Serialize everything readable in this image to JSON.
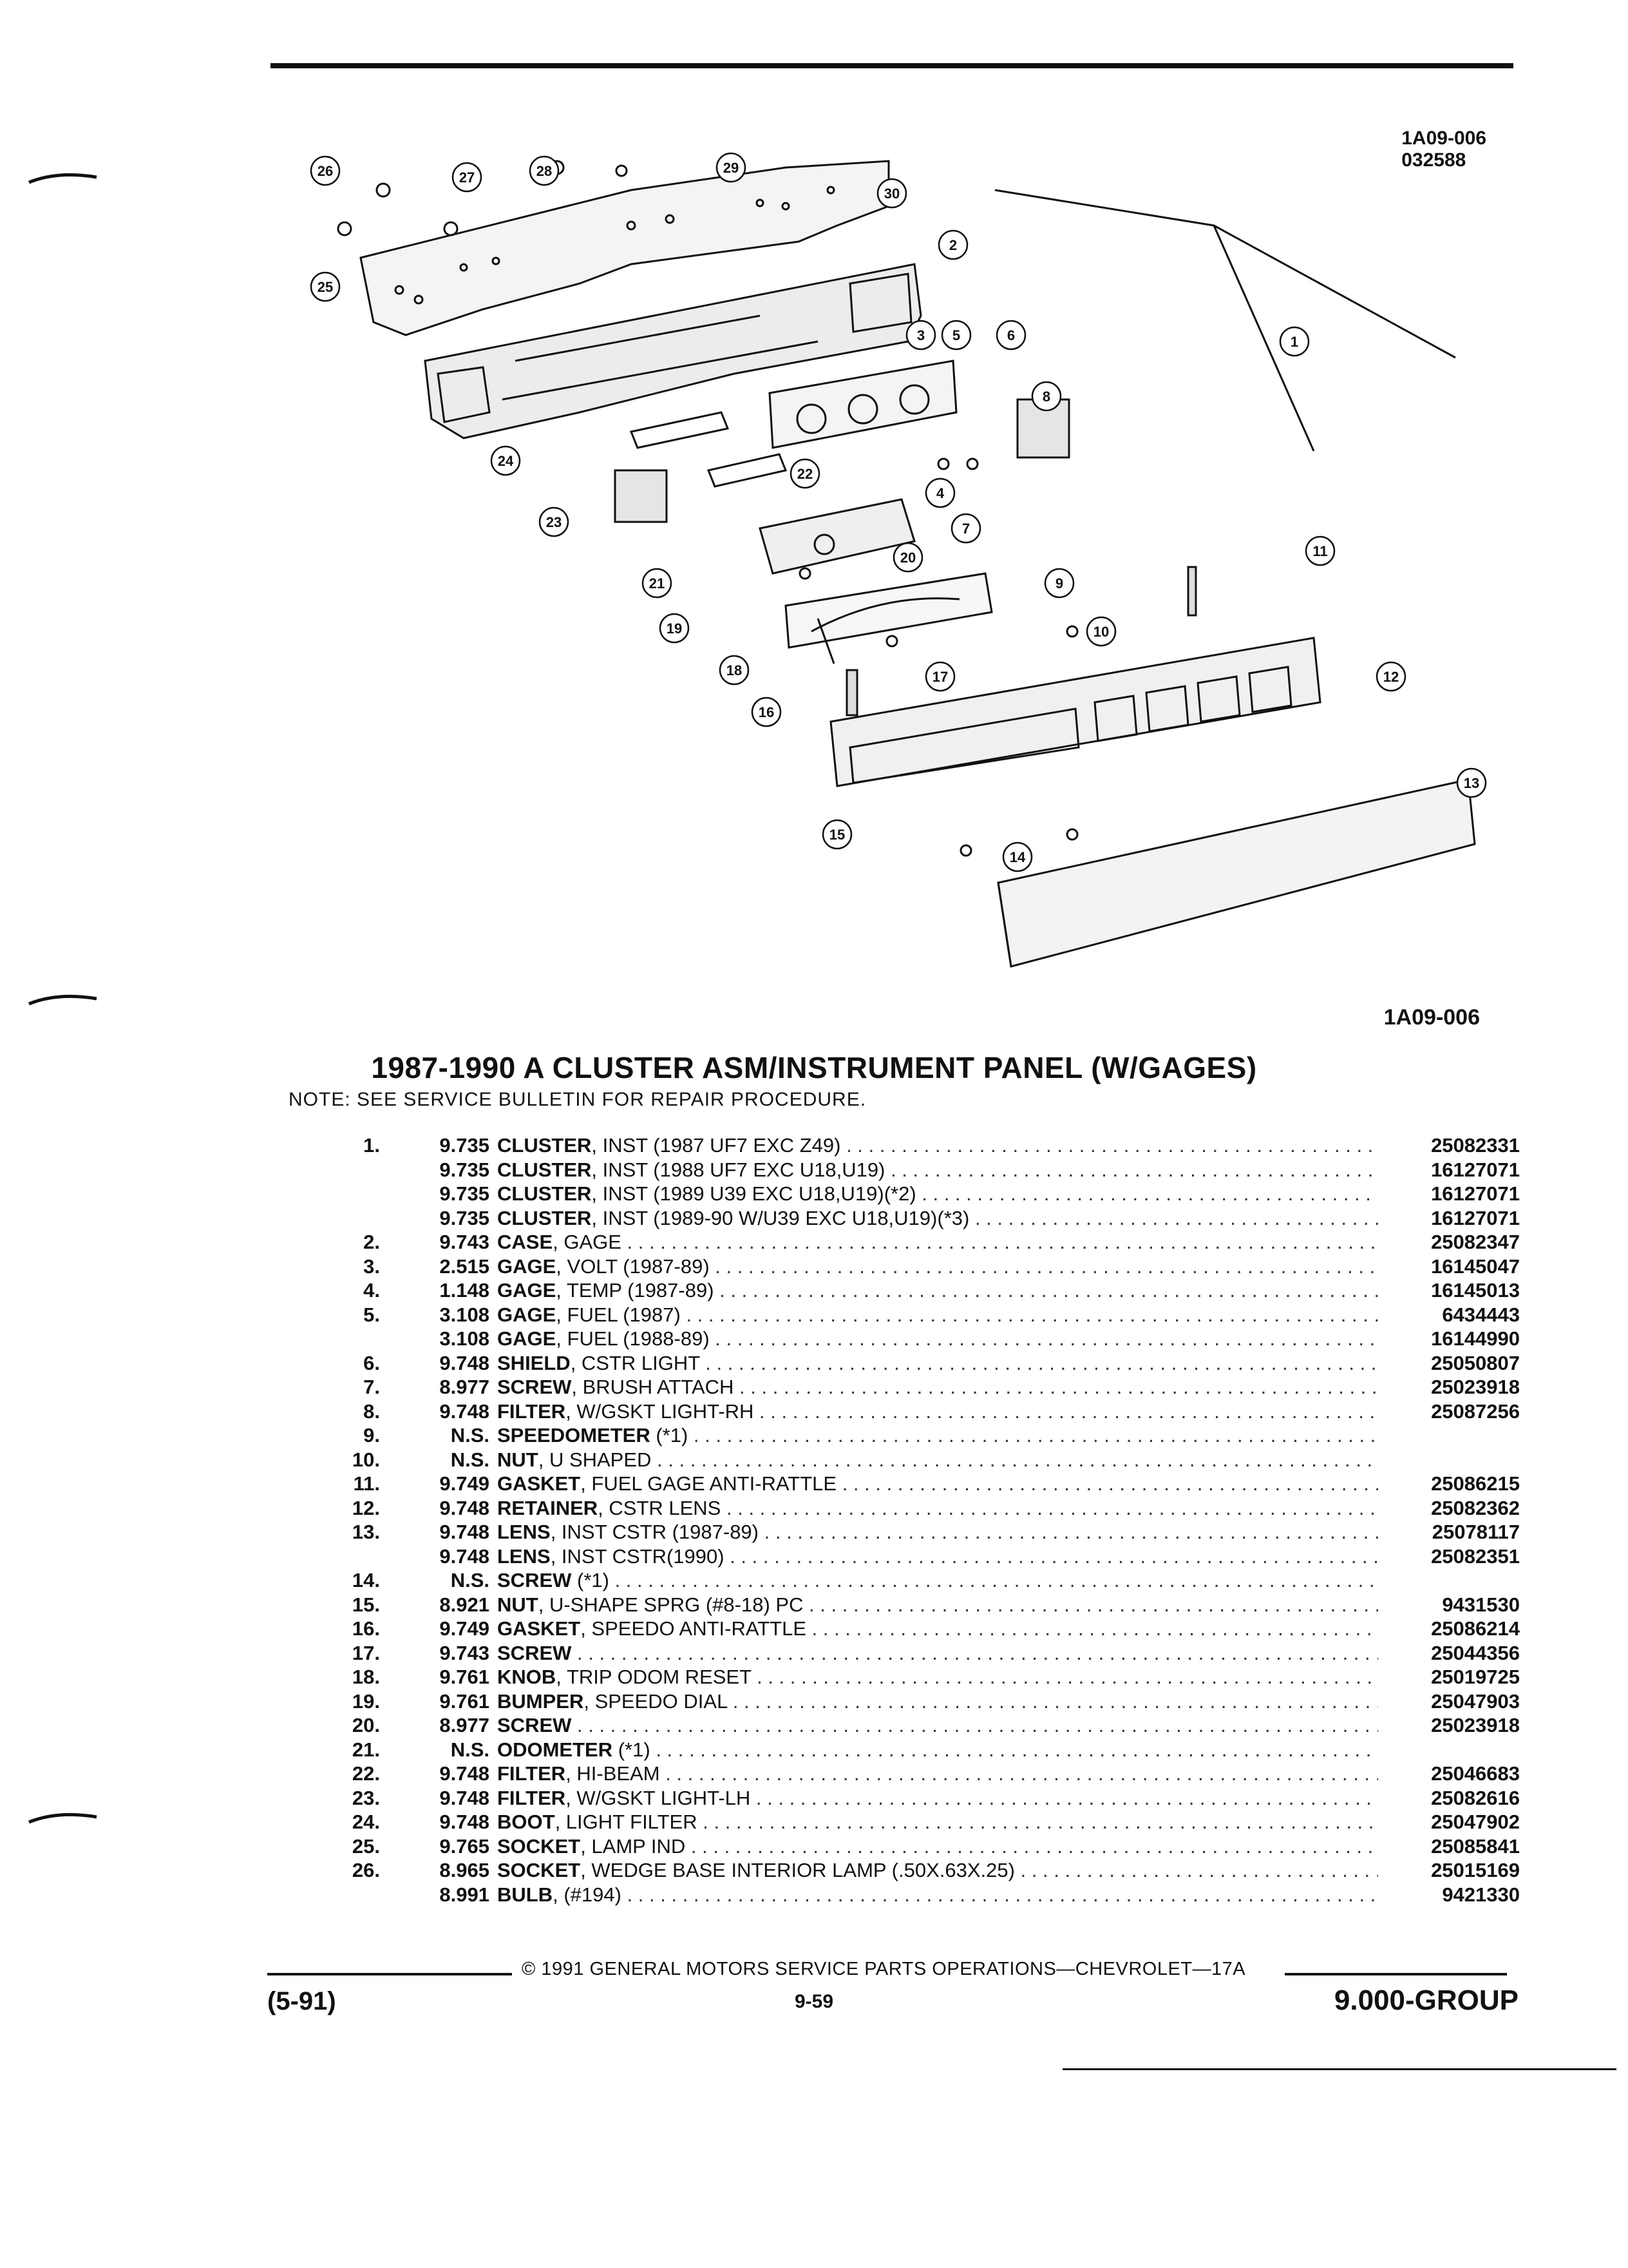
{
  "header": {
    "drawing_code": "1A09-006",
    "date_code": "032588"
  },
  "figure": {
    "code": "1A09-006",
    "callouts": [
      "1",
      "2",
      "3",
      "4",
      "5",
      "6",
      "7",
      "8",
      "9",
      "10",
      "11",
      "12",
      "13",
      "14",
      "15",
      "16",
      "17",
      "18",
      "19",
      "20",
      "21",
      "22",
      "23",
      "24",
      "25",
      "26",
      "27",
      "28",
      "29",
      "30"
    ]
  },
  "title": "1987-1990 A CLUSTER ASM/INSTRUMENT PANEL (W/GAGES)",
  "note": "NOTE:  SEE SERVICE BULLETIN FOR REPAIR PROCEDURE.",
  "parts": [
    {
      "idx": "1.",
      "group": "9.735",
      "name": "CLUSTER",
      "spec": ", INST (1987 UF7 EXC Z49)",
      "pn": "25082331"
    },
    {
      "idx": "",
      "group": "9.735",
      "name": "CLUSTER",
      "spec": ", INST (1988 UF7 EXC U18,U19)",
      "pn": "16127071"
    },
    {
      "idx": "",
      "group": "9.735",
      "name": "CLUSTER",
      "spec": ", INST (1989 U39 EXC U18,U19)(*2)",
      "pn": "16127071"
    },
    {
      "idx": "",
      "group": "9.735",
      "name": "CLUSTER",
      "spec": ", INST (1989-90 W/U39 EXC U18,U19)(*3)",
      "pn": "16127071"
    },
    {
      "idx": "2.",
      "group": "9.743",
      "name": "CASE",
      "spec": ", GAGE",
      "pn": "25082347"
    },
    {
      "idx": "3.",
      "group": "2.515",
      "name": "GAGE",
      "spec": ", VOLT (1987-89)",
      "pn": "16145047"
    },
    {
      "idx": "4.",
      "group": "1.148",
      "name": "GAGE",
      "spec": ", TEMP (1987-89)",
      "pn": "16145013"
    },
    {
      "idx": "5.",
      "group": "3.108",
      "name": "GAGE",
      "spec": ", FUEL (1987)",
      "pn": "6434443"
    },
    {
      "idx": "",
      "group": "3.108",
      "name": "GAGE",
      "spec": ", FUEL (1988-89)",
      "pn": "16144990"
    },
    {
      "idx": "6.",
      "group": "9.748",
      "name": "SHIELD",
      "spec": ", CSTR LIGHT",
      "pn": "25050807"
    },
    {
      "idx": "7.",
      "group": "8.977",
      "name": "SCREW",
      "spec": ", BRUSH ATTACH",
      "pn": "25023918"
    },
    {
      "idx": "8.",
      "group": "9.748",
      "name": "FILTER",
      "spec": ", W/GSKT LIGHT-RH",
      "pn": "25087256"
    },
    {
      "idx": "9.",
      "group": "N.S.",
      "name": "SPEEDOMETER",
      "spec": " (*1)",
      "pn": ""
    },
    {
      "idx": "10.",
      "group": "N.S.",
      "name": "NUT",
      "spec": ", U SHAPED",
      "pn": ""
    },
    {
      "idx": "11.",
      "group": "9.749",
      "name": "GASKET",
      "spec": ", FUEL GAGE ANTI-RATTLE",
      "pn": "25086215"
    },
    {
      "idx": "12.",
      "group": "9.748",
      "name": "RETAINER",
      "spec": ", CSTR LENS",
      "pn": "25082362"
    },
    {
      "idx": "13.",
      "group": "9.748",
      "name": "LENS",
      "spec": ", INST CSTR (1987-89)",
      "pn": "25078117"
    },
    {
      "idx": "",
      "group": "9.748",
      "name": "LENS",
      "spec": ", INST CSTR(1990)",
      "pn": "25082351"
    },
    {
      "idx": "14.",
      "group": "N.S.",
      "name": "SCREW",
      "spec": " (*1)",
      "pn": ""
    },
    {
      "idx": "15.",
      "group": "8.921",
      "name": "NUT",
      "spec": ", U-SHAPE SPRG (#8-18) PC",
      "pn": "9431530"
    },
    {
      "idx": "16.",
      "group": "9.749",
      "name": "GASKET",
      "spec": ", SPEEDO ANTI-RATTLE",
      "pn": "25086214"
    },
    {
      "idx": "17.",
      "group": "9.743",
      "name": "SCREW",
      "spec": "",
      "pn": "25044356"
    },
    {
      "idx": "18.",
      "group": "9.761",
      "name": "KNOB",
      "spec": ", TRIP ODOM RESET",
      "pn": "25019725"
    },
    {
      "idx": "19.",
      "group": "9.761",
      "name": "BUMPER",
      "spec": ", SPEEDO DIAL",
      "pn": "25047903"
    },
    {
      "idx": "20.",
      "group": "8.977",
      "name": "SCREW",
      "spec": "",
      "pn": "25023918"
    },
    {
      "idx": "21.",
      "group": "N.S.",
      "name": "ODOMETER",
      "spec": " (*1)",
      "pn": ""
    },
    {
      "idx": "22.",
      "group": "9.748",
      "name": "FILTER",
      "spec": ", HI-BEAM",
      "pn": "25046683"
    },
    {
      "idx": "23.",
      "group": "9.748",
      "name": "FILTER",
      "spec": ", W/GSKT LIGHT-LH",
      "pn": "25082616"
    },
    {
      "idx": "24.",
      "group": "9.748",
      "name": "BOOT",
      "spec": ", LIGHT FILTER",
      "pn": "25047902"
    },
    {
      "idx": "25.",
      "group": "9.765",
      "name": "SOCKET",
      "spec": ", LAMP IND",
      "pn": "25085841"
    },
    {
      "idx": "26.",
      "group": "8.965",
      "name": "SOCKET",
      "spec": ", WEDGE BASE INTERIOR LAMP (.50X.63X.25)",
      "pn": "25015169"
    },
    {
      "idx": "",
      "group": "8.991",
      "name": "BULB",
      "spec": ", (#194)",
      "pn": "9421330"
    }
  ],
  "footer": {
    "copyright": "©  1991  GENERAL MOTORS SERVICE PARTS OPERATIONS—CHEVROLET—17A",
    "date": "(5-91)",
    "page": "9-59",
    "group": "9.000-GROUP"
  }
}
